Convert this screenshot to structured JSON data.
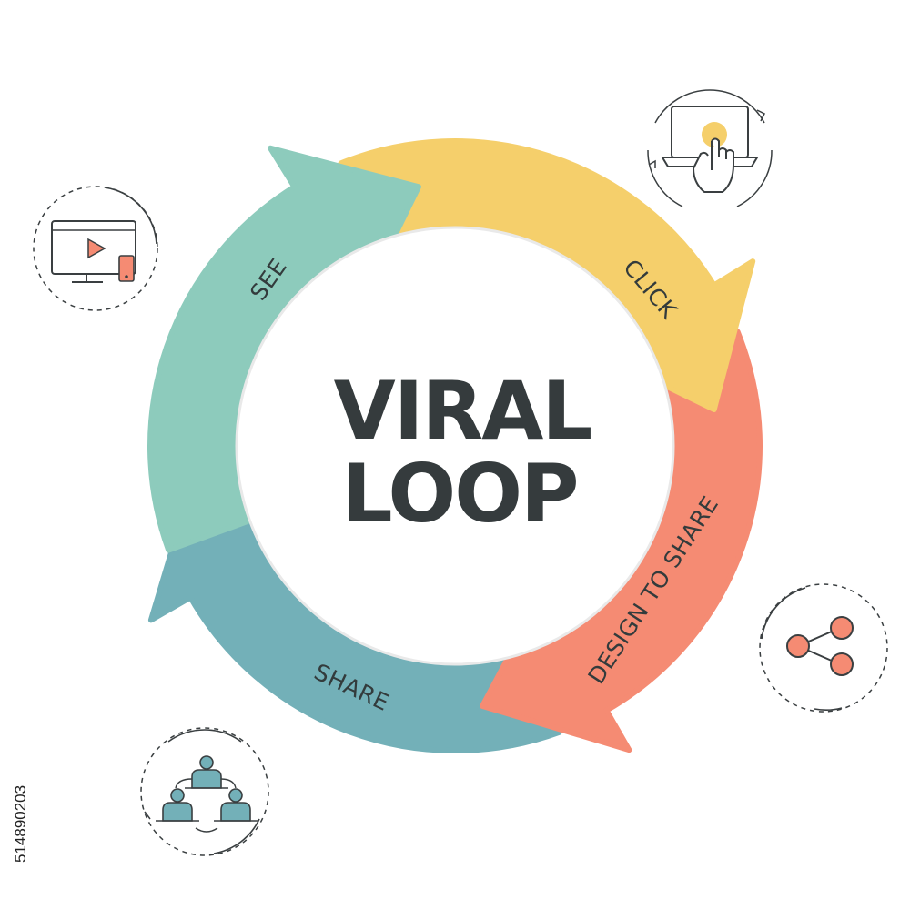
{
  "title": {
    "line1": "VIRAL",
    "line2": "LOOP"
  },
  "segments": [
    {
      "id": "see",
      "label": "SEE",
      "color": "#8dcbbc"
    },
    {
      "id": "click",
      "label": "CLICK",
      "color": "#f5cf6b"
    },
    {
      "id": "design",
      "label": "DESIGN TO SHARE",
      "color": "#f58b73"
    },
    {
      "id": "share",
      "label": "SHARE",
      "color": "#73b0b8"
    }
  ],
  "icons": [
    {
      "name": "video-screen-icon",
      "accent": "#f58b73"
    },
    {
      "name": "laptop-click-icon",
      "accent": "#f5cf6b"
    },
    {
      "name": "share-nodes-icon",
      "accent": "#f58b73"
    },
    {
      "name": "people-network-icon",
      "accent": "#73b0b8"
    }
  ],
  "watermark": "514890203",
  "colors": {
    "title": "#353b3d",
    "label": "#333b3c",
    "icon_stroke": "#3a3f41"
  }
}
